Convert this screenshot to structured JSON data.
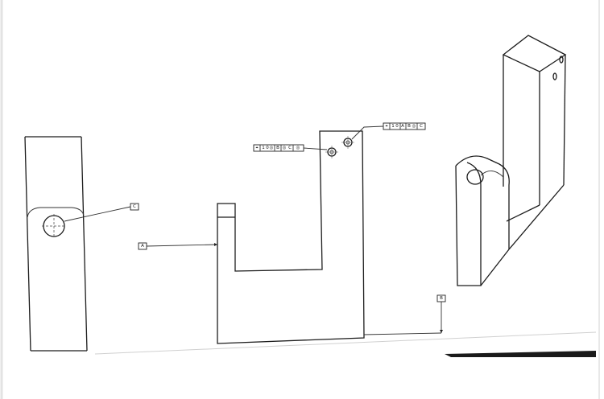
{
  "drawing": {
    "datums": {
      "a": "A",
      "b": "B",
      "c": "C"
    },
    "fcf_left": {
      "symbol": "⌖",
      "cells": [
        "1",
        "0",
        "◎",
        "B",
        "◎",
        "C",
        "◎"
      ]
    },
    "fcf_right": {
      "symbol": "⌖",
      "cells": [
        "1",
        "0",
        "A",
        "B",
        "◎",
        "C"
      ]
    }
  },
  "colors": {
    "ink": "#1c1c1c",
    "paper": "#ffffff",
    "frame": "#e6e6e6"
  }
}
